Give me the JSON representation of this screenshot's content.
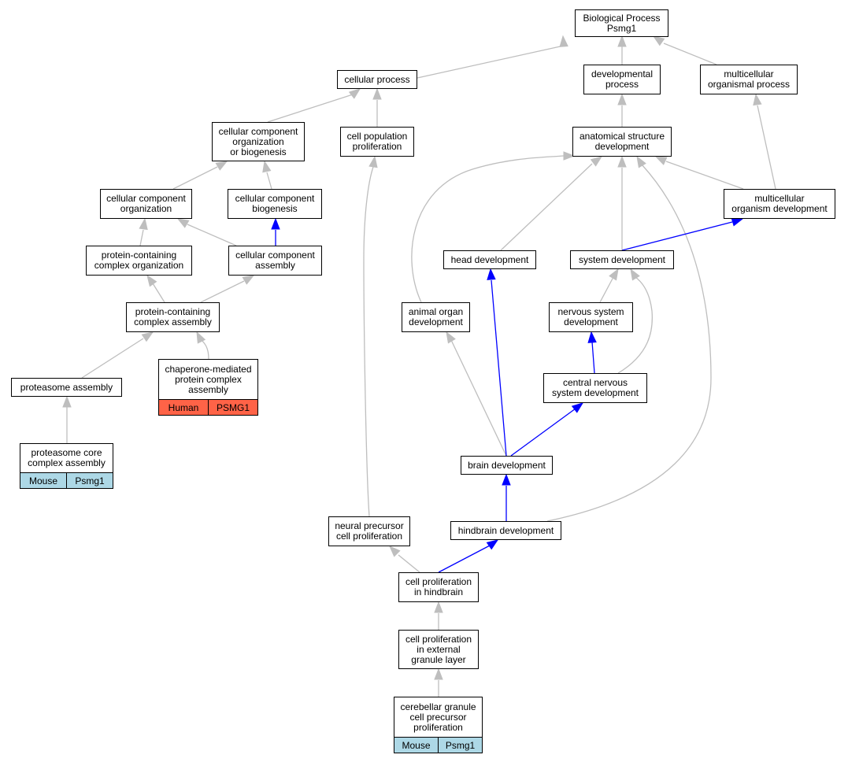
{
  "colors": {
    "gray_edge": "#bebebe",
    "blue_edge": "#0000ff",
    "human": "#ff6347",
    "mouse": "#add8e6"
  },
  "nodes": [
    {
      "id": "bp",
      "label": "Biological Process\nPsmg1"
    },
    {
      "id": "cellproc",
      "label": "cellular process"
    },
    {
      "id": "devproc",
      "label": "developmental\nprocess"
    },
    {
      "id": "multiproc",
      "label": "multicellular\norganismal process"
    },
    {
      "id": "ccob",
      "label": "cellular component\norganization\nor biogenesis"
    },
    {
      "id": "cellpop",
      "label": "cell population\nproliferation"
    },
    {
      "id": "asd",
      "label": "anatomical structure\ndevelopment"
    },
    {
      "id": "cco",
      "label": "cellular component\norganization"
    },
    {
      "id": "ccb",
      "label": "cellular component\nbiogenesis"
    },
    {
      "id": "mod",
      "label": "multicellular\norganism development"
    },
    {
      "id": "pcco",
      "label": "protein-containing\ncomplex organization"
    },
    {
      "id": "cca",
      "label": "cellular component\nassembly"
    },
    {
      "id": "headdev",
      "label": "head development"
    },
    {
      "id": "sysdev",
      "label": "system development"
    },
    {
      "id": "pcca",
      "label": "protein-containing\ncomplex assembly"
    },
    {
      "id": "aod",
      "label": "animal organ\ndevelopment"
    },
    {
      "id": "nsd",
      "label": "nervous system\ndevelopment"
    },
    {
      "id": "proteasome",
      "label": "proteasome assembly"
    },
    {
      "id": "chaperone",
      "label": "chaperone-mediated\nprotein complex\nassembly",
      "tags": [
        "Human",
        "PSMG1"
      ],
      "tag_color": "#ff6347"
    },
    {
      "id": "cnsd",
      "label": "central nervous\nsystem development"
    },
    {
      "id": "braindev",
      "label": "brain development"
    },
    {
      "id": "pcore",
      "label": "proteasome core\ncomplex assembly",
      "tags": [
        "Mouse",
        "Psmg1"
      ],
      "tag_color": "#add8e6"
    },
    {
      "id": "neural",
      "label": "neural precursor\ncell proliferation"
    },
    {
      "id": "hindbrain",
      "label": "hindbrain development"
    },
    {
      "id": "cph",
      "label": "cell proliferation\nin hindbrain"
    },
    {
      "id": "cpe",
      "label": "cell proliferation\nin external\ngranule layer"
    },
    {
      "id": "cerebellar",
      "label": "cerebellar granule\ncell precursor\nproliferation",
      "tags": [
        "Mouse",
        "Psmg1"
      ],
      "tag_color": "#add8e6"
    }
  ]
}
